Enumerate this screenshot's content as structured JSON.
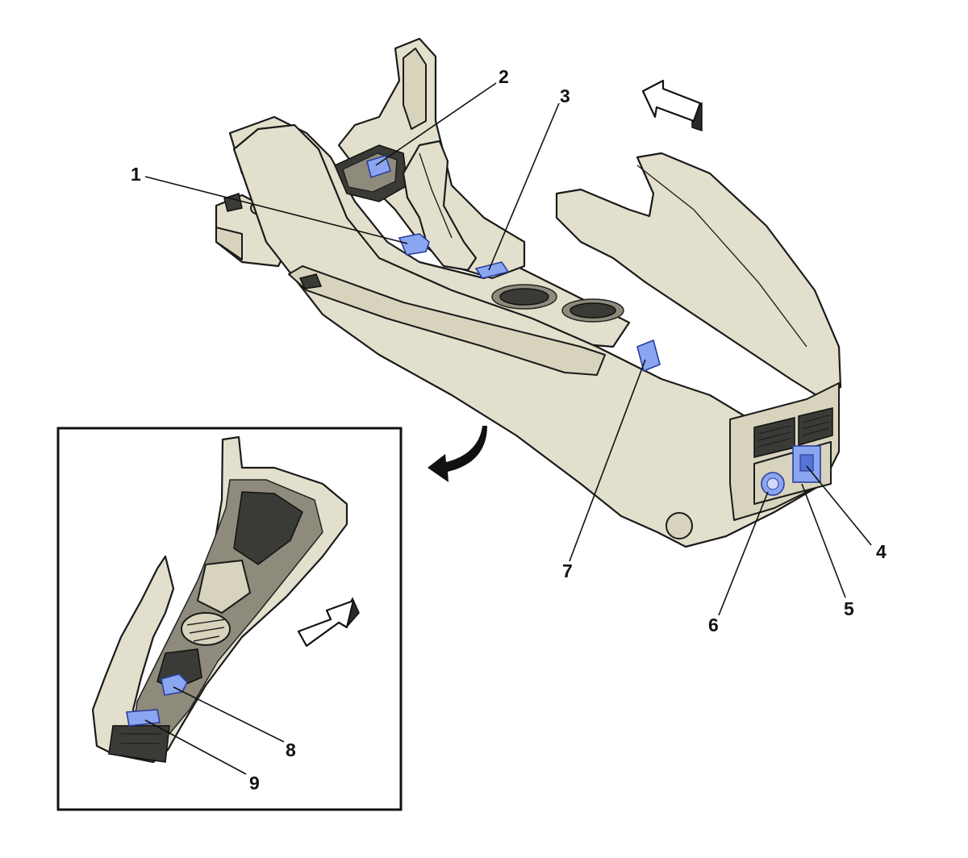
{
  "callouts": [
    {
      "id": "1",
      "label": "1"
    },
    {
      "id": "2",
      "label": "2"
    },
    {
      "id": "3",
      "label": "3"
    },
    {
      "id": "4",
      "label": "4"
    },
    {
      "id": "5",
      "label": "5"
    },
    {
      "id": "6",
      "label": "6"
    },
    {
      "id": "7",
      "label": "7"
    },
    {
      "id": "8",
      "label": "8"
    },
    {
      "id": "9",
      "label": "9"
    }
  ],
  "colors": {
    "console_body": "#e3dfcd",
    "highlight_component": "#8aa6f0",
    "outline": "#1a1a1a",
    "background": "#ffffff"
  },
  "icons": [
    "forward-direction-arrow-icon",
    "view-rotation-arrow-icon"
  ]
}
